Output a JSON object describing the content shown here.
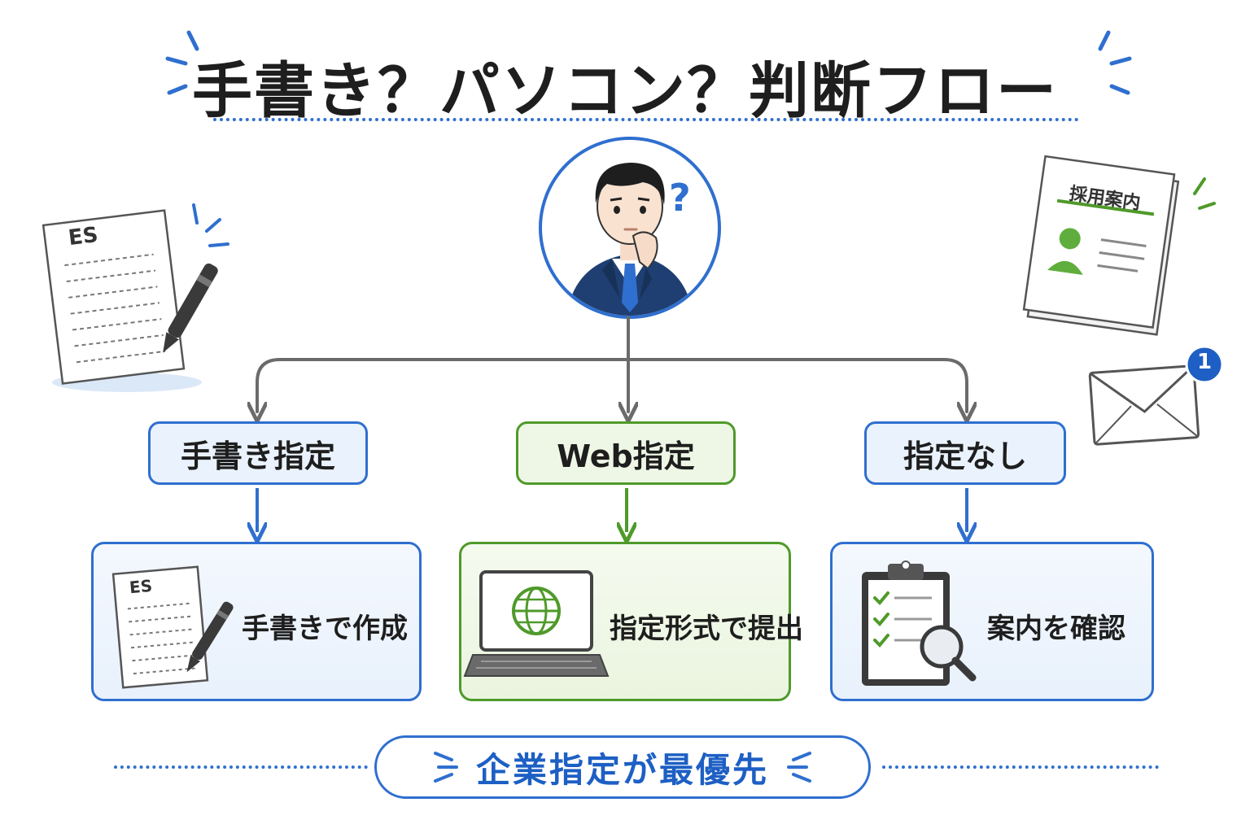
{
  "title": "手書き？パソコン？判断フロー",
  "decisions": {
    "handwritten": "手書き指定",
    "web": "Web指定",
    "none": "指定なし"
  },
  "results": {
    "handwritten": "手書きで作成",
    "web": "指定形式で提出",
    "none": "案内を確認"
  },
  "banner": "企業指定が最優先",
  "decor": {
    "es_sheet_label": "ES",
    "guide_doc_label": "採用案内",
    "mail_badge_count": "1",
    "question_mark": "?"
  },
  "colors": {
    "blue": "#2f6fcf",
    "green": "#4f9a2a",
    "arrow_gray": "#6b6b6b",
    "navy_suit": "#1f3f73"
  }
}
